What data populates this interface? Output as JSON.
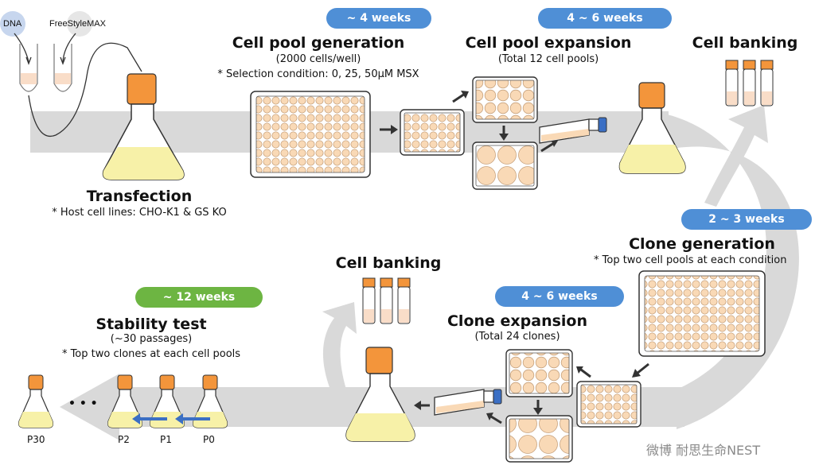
{
  "labels": {
    "dna": "DNA",
    "reagent": "FreeStyleMAX",
    "transfection_title": "Transfection",
    "transfection_note": "* Host cell lines: CHO-K1 & GS KO",
    "pool_gen_title": "Cell pool generation",
    "pool_gen_sub1": "(2000 cells/well)",
    "pool_gen_sub2": "* Selection condition: 0, 25, 50μM MSX",
    "pool_exp_title": "Cell pool expansion",
    "pool_exp_sub": "(Total 12 cell pools)",
    "banking_top": "Cell banking",
    "clone_gen_title": "Clone generation",
    "clone_gen_sub": "* Top two cell pools at each condition",
    "clone_exp_title": "Clone expansion",
    "clone_exp_sub": "(Total 24 clones)",
    "banking_bottom": "Cell banking",
    "stability_title": "Stability test",
    "stability_sub1": "(~30 passages)",
    "stability_sub2": "* Top two clones at each cell pools",
    "ellipsis": "• • •",
    "p30": "P30",
    "p2": "P2",
    "p1": "P1",
    "p0": "P0",
    "watermark": "微博 耐思生命NEST"
  },
  "durations": {
    "pool_gen": "~ 4 weeks",
    "pool_exp": "4 ~ 6 weeks",
    "clone_gen": "2 ~ 3 weeks",
    "clone_exp": "4 ~ 6 weeks",
    "stability": "~ 12 weeks"
  },
  "colors": {
    "band": "#d9d9d9",
    "medium": "#f7f1a8",
    "cap": "#f3953b",
    "well": "#f9d9b6",
    "pill_blue": "#4f8fd6",
    "pill_green": "#6db542",
    "arrow_blue": "#3b6fc4"
  }
}
